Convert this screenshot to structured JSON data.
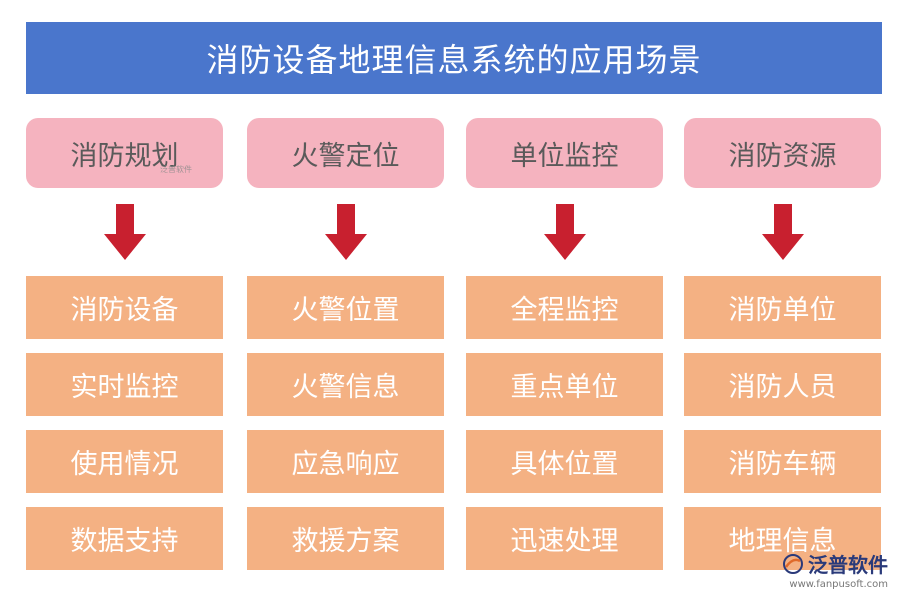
{
  "title": "消防设备地理信息系统的应用场景",
  "columns": [
    {
      "header": "消防规划",
      "items": [
        "消防设备",
        "实时监控",
        "使用情况",
        "数据支持"
      ]
    },
    {
      "header": "火警定位",
      "items": [
        "火警位置",
        "火警信息",
        "应急响应",
        "救援方案"
      ]
    },
    {
      "header": "单位监控",
      "items": [
        "全程监控",
        "重点单位",
        "具体位置",
        "迅速处理"
      ]
    },
    {
      "header": "消防资源",
      "items": [
        "消防单位",
        "消防人员",
        "消防车辆",
        "地理信息"
      ]
    }
  ],
  "watermark": {
    "small_text": "泛普软件",
    "logo_name": "泛普软件",
    "logo_url": "www.fanpusoft.com"
  },
  "colors": {
    "title_bg": "#4a76cc",
    "header_bg": "#f5b3bf",
    "item_bg": "#f4b183",
    "arrow": "#c8202f"
  }
}
